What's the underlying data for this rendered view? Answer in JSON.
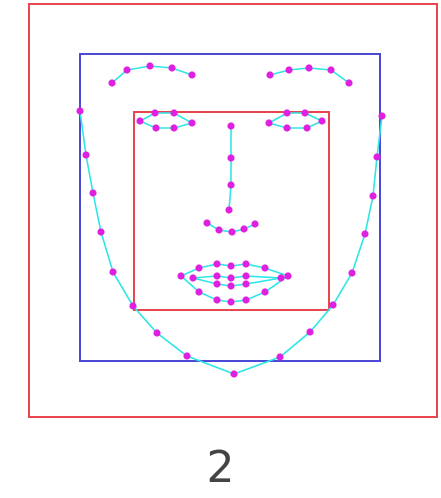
{
  "caption": "2",
  "colors": {
    "outer_box": "#e8474f",
    "face_box": "#4a4ad6",
    "inner_box": "#e8474f",
    "mesh_line": "#2ee6e6",
    "landmark": "#e020e0",
    "caption": "#444444"
  },
  "landmark_groups": [
    {
      "id": "jaw",
      "icon": "jaw-contour"
    },
    {
      "id": "left-brow",
      "icon": "eyebrow"
    },
    {
      "id": "right-brow",
      "icon": "eyebrow"
    },
    {
      "id": "nose-bridge",
      "icon": "nose"
    },
    {
      "id": "nose-base",
      "icon": "nose"
    },
    {
      "id": "left-eye",
      "icon": "eye"
    },
    {
      "id": "right-eye",
      "icon": "eye"
    },
    {
      "id": "outer-mouth",
      "icon": "mouth"
    },
    {
      "id": "inner-mouth",
      "icon": "mouth"
    }
  ]
}
